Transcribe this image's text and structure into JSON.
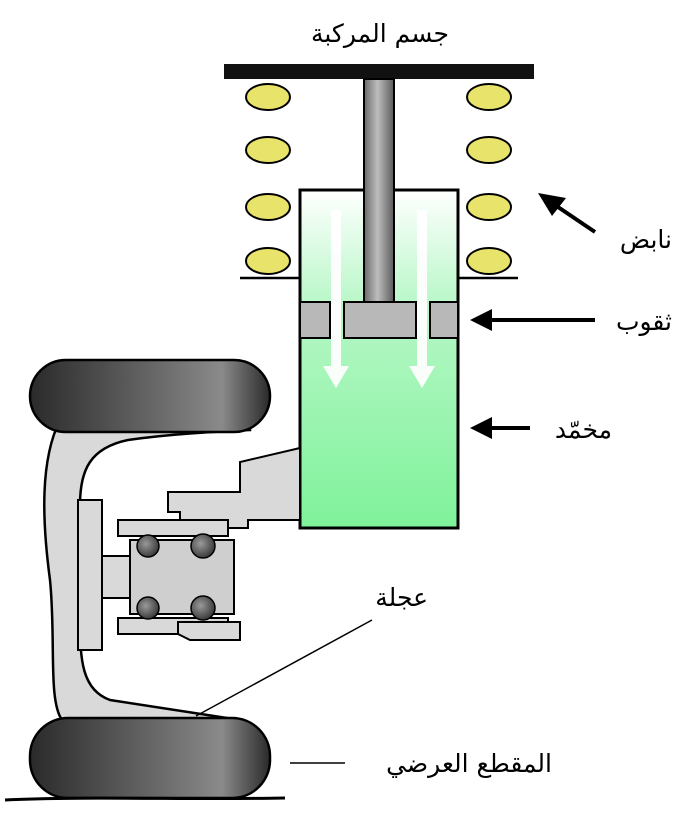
{
  "labels": {
    "vehicle_body": "جسم المركبة",
    "spring": "نابض",
    "orifices": "ثقوب",
    "damper": "مخمّد",
    "wheel": "عجلة",
    "cross_section": "المقطع العرضي"
  },
  "colors": {
    "fluid_green": "#8ef5a6",
    "spring_coil": "#e8e36a",
    "piston_gray": "#b8b8b8",
    "tire_dark": "#3a3a3a",
    "wheel_light": "#d9d9d9",
    "bearing_ball": "#555555"
  }
}
